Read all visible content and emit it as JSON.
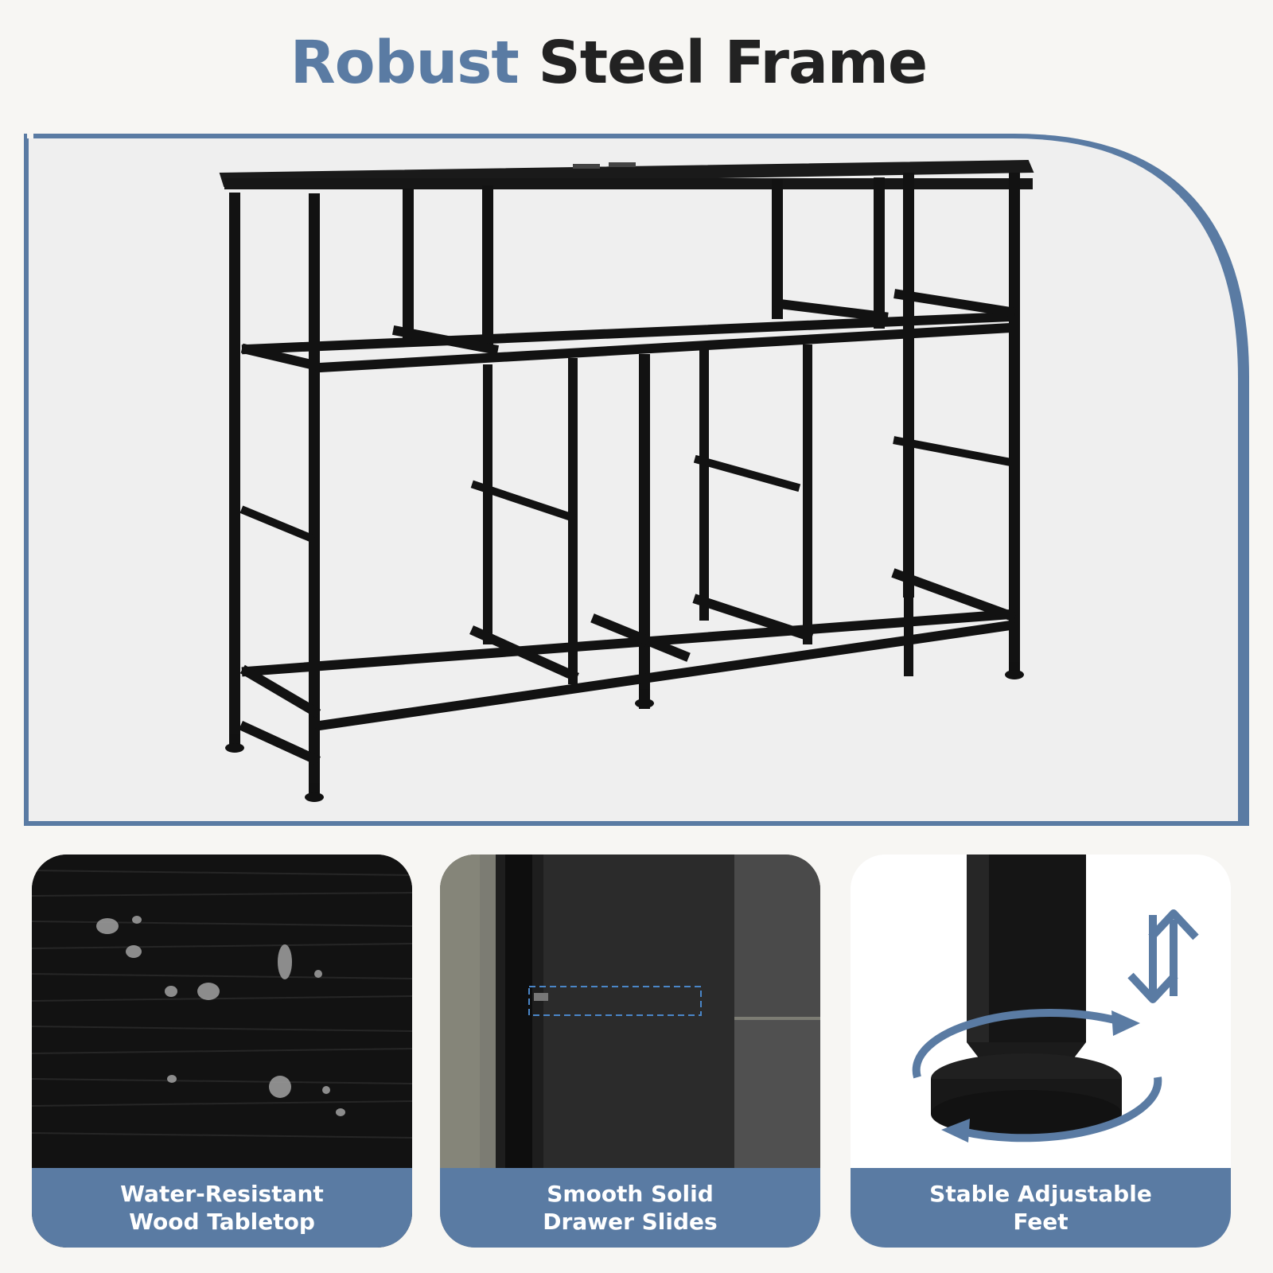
{
  "title": {
    "accent": "Robust",
    "rest": "Steel Frame"
  },
  "colors": {
    "accent": "#5a7ba3",
    "dark": "#222222",
    "background": "#f7f6f3",
    "panel": "#efefef",
    "frame": "#121212"
  },
  "hero": {
    "image": "steel-frame-console-table"
  },
  "features": [
    {
      "line1": "Water-Resistant",
      "line2": "Wood Tabletop",
      "icon": "water-droplets-on-wood"
    },
    {
      "line1": "Smooth Solid",
      "line2": "Drawer Slides",
      "icon": "drawer-slide-closeup"
    },
    {
      "line1": "Stable Adjustable",
      "line2": "Feet",
      "icon": "adjustable-foot-rotation"
    }
  ]
}
